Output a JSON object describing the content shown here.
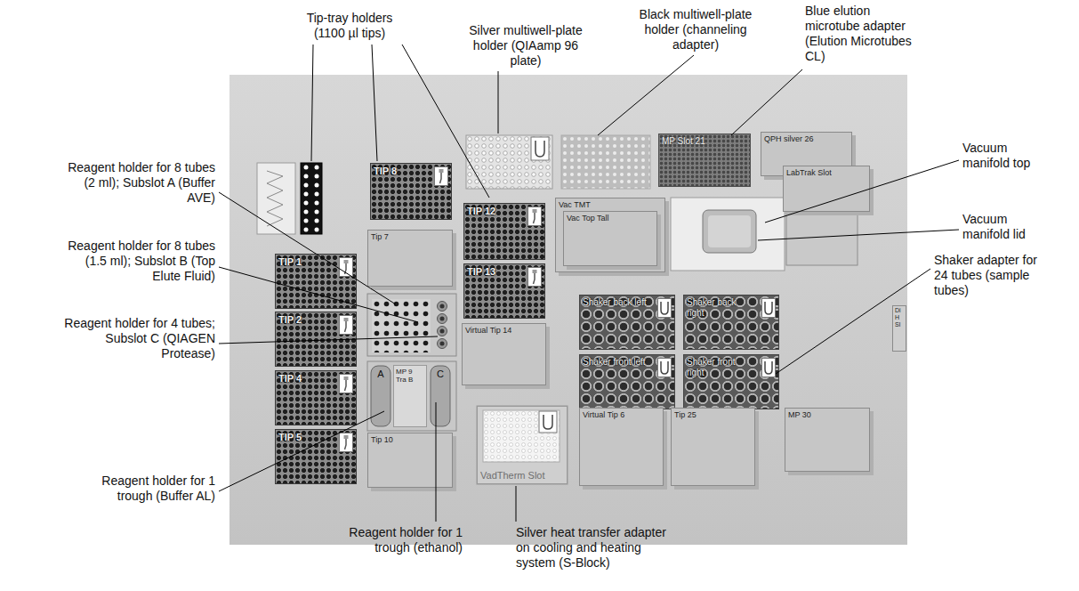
{
  "diagram": {
    "nodes": [
      {
        "text": [
          "TIP 8"
        ]
      },
      {
        "text": [
          "MP Slot 21"
        ]
      },
      {
        "text": [
          "QPH silver 26"
        ]
      },
      {
        "text": [
          "LabTrak Slot"
        ]
      },
      {
        "text": [
          "TIP 12"
        ]
      },
      {
        "text": [
          "Vac TMT"
        ]
      },
      {
        "text": [
          "Vac Top Tall"
        ],
        "in": 5
      },
      {
        "text": [
          "Tip 7"
        ]
      },
      {
        "text": [
          "TIP 1"
        ]
      },
      {
        "text": [
          "TIP 13"
        ]
      },
      {
        "text": [
          "Shaker back left"
        ]
      },
      {
        "text": [
          "Shaker back right"
        ]
      },
      {
        "text": [
          "Di H Sl"
        ]
      },
      {
        "text": [
          "TIP 2"
        ]
      },
      {
        "text": [
          "Virtual Tip 14"
        ]
      },
      {
        "text": [
          "Shaker front left"
        ]
      },
      {
        "text": [
          "Shaker front right"
        ]
      },
      {
        "text": [
          "MP 9 Tra B"
        ]
      },
      {
        "text": [
          "TIP 4"
        ]
      },
      {
        "text": [
          "VadTherm Slot"
        ]
      },
      {
        "text": [
          "Virtual Tip 6"
        ]
      },
      {
        "text": [
          "Tip 25"
        ]
      },
      {
        "text": [
          "MP 30"
        ]
      },
      {
        "text": [
          "TIP 5"
        ]
      },
      {
        "text": [
          "Tip 10"
        ]
      }
    ],
    "labels": [
      "Tip-tray holders (1100 µl tips)",
      "Silver multiwell-plate holder (QIAamp 96 plate)",
      "Black multiwell-plate holder (channeling adapter)",
      "Blue elution microtube adapter (Elution Microtubes CL)",
      "Vacuum manifold top",
      "Vacuum manifold lid",
      "Shaker adapter for 24 tubes (sample tubes)",
      "Reagent holder for 8 tubes (2 ml); Subslot A (Buffer AVE)",
      "Reagent holder for 8 tubes (1.5 ml); Subslot B (Top Elute Fluid)",
      "Reagent holder for 4 tubes; Subslot C (QIAGEN Protease)",
      "Reagent holder for 1 trough (Buffer AL)",
      "Reagent holder for 1 trough (ethanol)",
      "Silver heat transfer adapter on cooling and heating system (S-Block)",
      "A",
      "C"
    ]
  }
}
